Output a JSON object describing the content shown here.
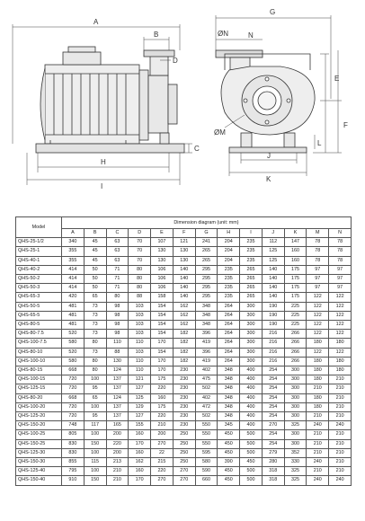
{
  "drawing_labels": {
    "A": "A",
    "B": "B",
    "C": "C",
    "D": "D",
    "E": "E",
    "F": "F",
    "G": "G",
    "H": "H",
    "I": "I",
    "J": "J",
    "K": "K",
    "L": "L",
    "N": "N",
    "dia_N": "ØN",
    "dia_M": "ØM"
  },
  "table": {
    "model_header": "Model",
    "group_header": "Dimension diagram (unit: mm)",
    "columns": [
      "A",
      "B",
      "C",
      "D",
      "E",
      "F",
      "G",
      "H",
      "I",
      "J",
      "K",
      "M",
      "N"
    ],
    "rows": [
      [
        "QHS-25-1/2",
        "340",
        "45",
        "63",
        "70",
        "107",
        "121",
        "241",
        "204",
        "235",
        "112",
        "147",
        "78",
        "78"
      ],
      [
        "QHS-25-1",
        "355",
        "45",
        "63",
        "70",
        "130",
        "130",
        "265",
        "204",
        "235",
        "125",
        "160",
        "78",
        "78"
      ],
      [
        "QHS-40-1",
        "355",
        "45",
        "63",
        "70",
        "130",
        "130",
        "265",
        "204",
        "235",
        "125",
        "160",
        "78",
        "78"
      ],
      [
        "QHS-40-2",
        "414",
        "50",
        "71",
        "80",
        "106",
        "140",
        "295",
        "235",
        "265",
        "140",
        "175",
        "97",
        "97"
      ],
      [
        "QHS-50-2",
        "414",
        "50",
        "71",
        "80",
        "106",
        "140",
        "295",
        "235",
        "265",
        "140",
        "175",
        "97",
        "97"
      ],
      [
        "QHS-50-3",
        "414",
        "50",
        "71",
        "80",
        "106",
        "140",
        "295",
        "235",
        "265",
        "140",
        "175",
        "97",
        "97"
      ],
      [
        "QHS-65-3",
        "420",
        "65",
        "80",
        "88",
        "158",
        "140",
        "295",
        "235",
        "265",
        "140",
        "175",
        "122",
        "122"
      ],
      [
        "QHS-50-5",
        "481",
        "73",
        "98",
        "103",
        "154",
        "162",
        "348",
        "264",
        "300",
        "190",
        "225",
        "122",
        "122"
      ],
      [
        "QHS-65-5",
        "481",
        "73",
        "98",
        "103",
        "154",
        "162",
        "348",
        "264",
        "300",
        "190",
        "225",
        "122",
        "122"
      ],
      [
        "QHS-80-5",
        "481",
        "73",
        "98",
        "103",
        "154",
        "162",
        "348",
        "264",
        "300",
        "190",
        "225",
        "122",
        "122"
      ],
      [
        "QHS-80-7.5",
        "520",
        "73",
        "98",
        "103",
        "154",
        "182",
        "396",
        "264",
        "300",
        "216",
        "266",
        "122",
        "122"
      ],
      [
        "QHS-100-7.5",
        "580",
        "80",
        "110",
        "110",
        "170",
        "182",
        "419",
        "264",
        "300",
        "216",
        "266",
        "180",
        "180"
      ],
      [
        "QHS-80-10",
        "520",
        "73",
        "88",
        "103",
        "154",
        "182",
        "396",
        "264",
        "300",
        "216",
        "266",
        "122",
        "122"
      ],
      [
        "QHS-100-10",
        "580",
        "80",
        "130",
        "110",
        "170",
        "182",
        "419",
        "264",
        "300",
        "216",
        "266",
        "180",
        "180"
      ],
      [
        "QHS-80-15",
        "668",
        "80",
        "124",
        "110",
        "170",
        "230",
        "402",
        "348",
        "400",
        "254",
        "300",
        "180",
        "180"
      ],
      [
        "QHS-100-15",
        "720",
        "100",
        "137",
        "121",
        "175",
        "230",
        "475",
        "348",
        "400",
        "254",
        "300",
        "180",
        "210"
      ],
      [
        "QHS-125-15",
        "720",
        "95",
        "137",
        "127",
        "220",
        "230",
        "502",
        "348",
        "400",
        "254",
        "300",
        "210",
        "210"
      ],
      [
        "QHS-80-20",
        "668",
        "65",
        "124",
        "125",
        "160",
        "230",
        "402",
        "348",
        "400",
        "254",
        "300",
        "180",
        "210"
      ],
      [
        "QHS-100-20",
        "720",
        "100",
        "137",
        "129",
        "175",
        "230",
        "472",
        "348",
        "400",
        "254",
        "300",
        "180",
        "210"
      ],
      [
        "QHS-125-20",
        "720",
        "95",
        "137",
        "127",
        "220",
        "230",
        "502",
        "348",
        "400",
        "254",
        "300",
        "210",
        "210"
      ],
      [
        "QHS-150-20",
        "748",
        "117",
        "165",
        "155",
        "210",
        "230",
        "550",
        "345",
        "400",
        "270",
        "325",
        "240",
        "240"
      ],
      [
        "QHS-100-25",
        "805",
        "100",
        "200",
        "160",
        "200",
        "250",
        "550",
        "450",
        "500",
        "254",
        "300",
        "210",
        "210"
      ],
      [
        "QHS-150-25",
        "830",
        "150",
        "220",
        "170",
        "270",
        "250",
        "550",
        "450",
        "500",
        "254",
        "300",
        "210",
        "210"
      ],
      [
        "QHS-125-30",
        "830",
        "100",
        "200",
        "160",
        "22",
        "250",
        "595",
        "450",
        "500",
        "279",
        "352",
        "210",
        "210"
      ],
      [
        "QHS-150-30",
        "855",
        "115",
        "213",
        "162",
        "215",
        "250",
        "580",
        "390",
        "450",
        "280",
        "330",
        "240",
        "210"
      ],
      [
        "QHS-125-40",
        "795",
        "100",
        "210",
        "160",
        "220",
        "270",
        "590",
        "450",
        "500",
        "318",
        "325",
        "210",
        "210"
      ],
      [
        "QHS-150-40",
        "910",
        "150",
        "210",
        "170",
        "270",
        "270",
        "660",
        "450",
        "500",
        "318",
        "325",
        "240",
        "240"
      ]
    ]
  }
}
